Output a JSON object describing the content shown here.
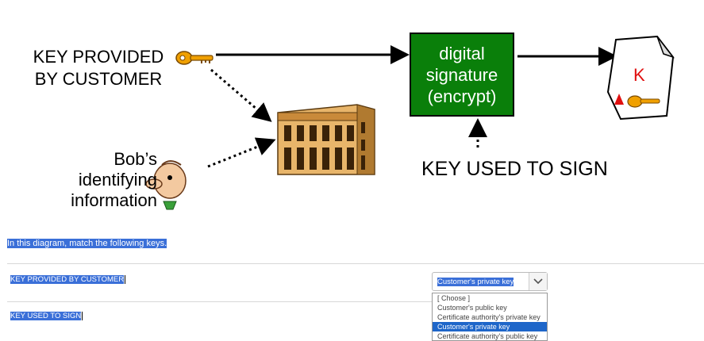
{
  "diagram": {
    "key_provided_label": "KEY PROVIDED\nBY CUSTOMER",
    "bob_label": "Bob’s\nidentifying\ninformation",
    "signature_box": "digital\nsignature\n(encrypt)",
    "key_used_label": "KEY USED TO SIGN",
    "document_letter": "K",
    "colors": {
      "signature_box": "#0a7f0a",
      "key": "#f0a000",
      "building": "#c98a3a"
    }
  },
  "quiz": {
    "instruction": "In this diagram, match the following keys.",
    "questions": [
      {
        "label": "KEY PROVIDED BY CUSTOMER",
        "selected": "Customer's private key"
      },
      {
        "label": "KEY USED TO SIGN"
      }
    ],
    "options": [
      "[ Choose ]",
      "Customer's public key",
      "Certificate authority's private key",
      "Customer's private key",
      "Certificate authority's public key"
    ],
    "highlighted_option": "Customer's private key"
  }
}
